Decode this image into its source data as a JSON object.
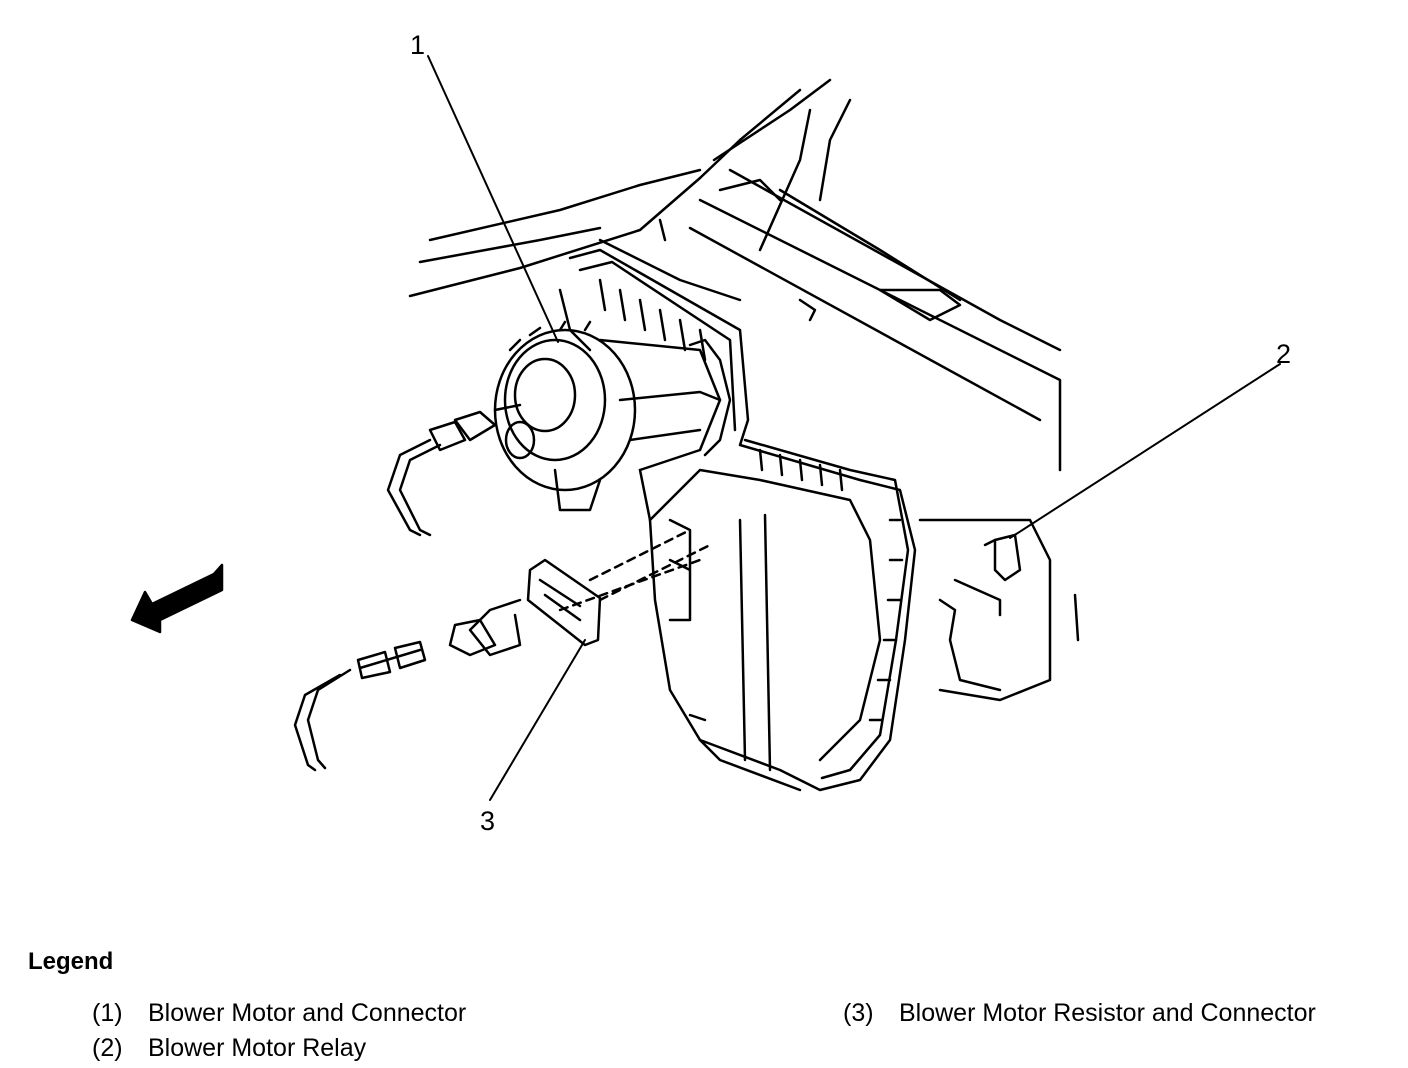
{
  "diagram": {
    "callouts": [
      {
        "id": "1",
        "text": "1"
      },
      {
        "id": "2",
        "text": "2"
      },
      {
        "id": "3",
        "text": "3"
      }
    ]
  },
  "legend": {
    "title": "Legend",
    "items": [
      {
        "num": "(1)",
        "label": "Blower Motor and Connector"
      },
      {
        "num": "(2)",
        "label": "Blower Motor Relay"
      },
      {
        "num": "(3)",
        "label": "Blower Motor Resistor and Connector"
      }
    ]
  }
}
